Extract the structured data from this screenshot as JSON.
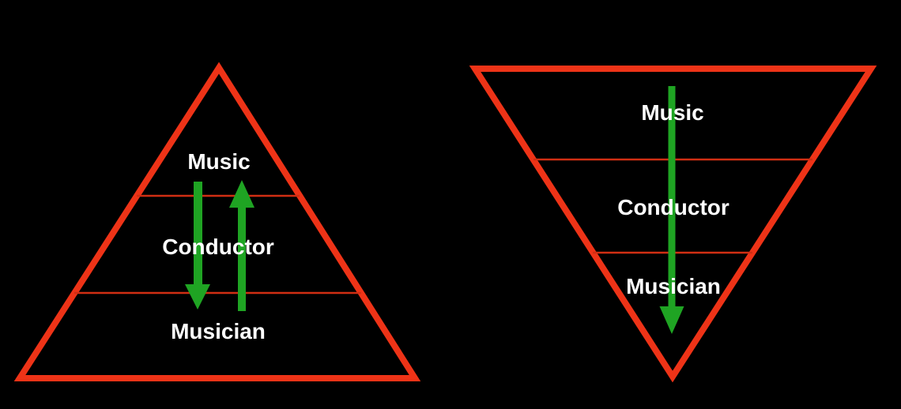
{
  "colors": {
    "background": "#000000",
    "triangle_stroke": "#ee3317",
    "divider_stroke": "#d02e13",
    "arrow_green": "#1fa423",
    "label_white": "#ffffff"
  },
  "left_pyramid": {
    "orientation": "upright",
    "levels": [
      "Music",
      "Conductor",
      "Musician"
    ],
    "arrows": [
      "down",
      "up"
    ]
  },
  "right_pyramid": {
    "orientation": "inverted",
    "levels": [
      "Music",
      "Conductor",
      "Musician"
    ],
    "arrows": [
      "down"
    ]
  }
}
